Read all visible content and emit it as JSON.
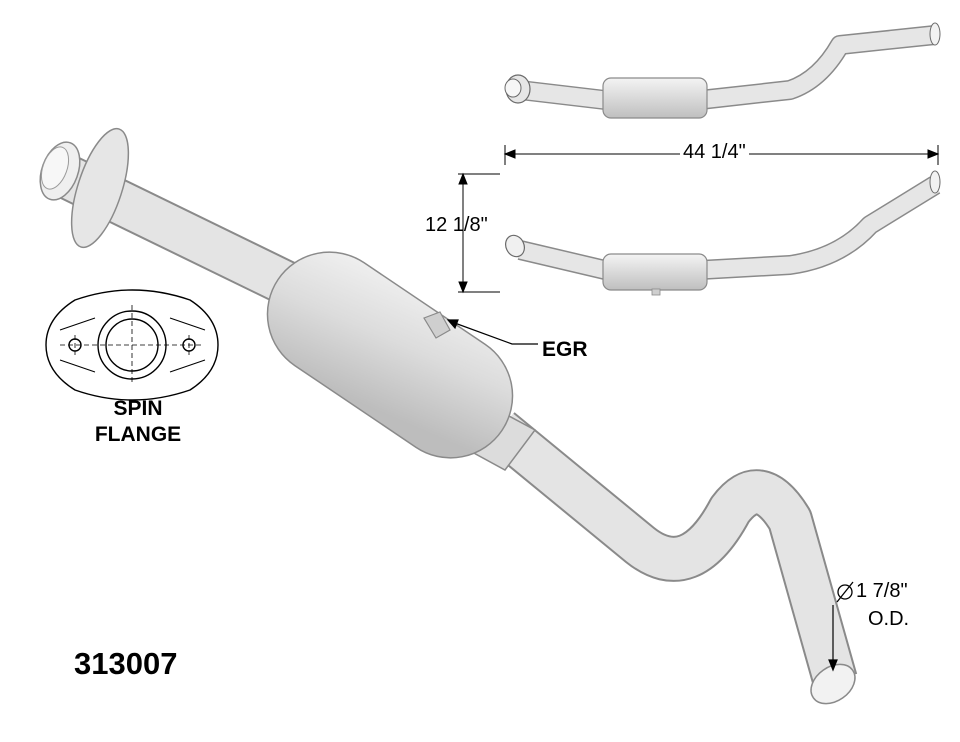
{
  "part_number": "313007",
  "flange": {
    "line1": "SPIN",
    "line2": "FLANGE"
  },
  "egr_label": "EGR",
  "dimensions": {
    "width": "44 1/4\"",
    "height": "12 1/8\"",
    "outlet_diameter": "1 7/8\"",
    "outlet_unit": "O.D."
  },
  "colors": {
    "pipe": "#e2e2e2",
    "pipe_shade": "#c9c9c9",
    "outline": "#7a7a7a",
    "line": "#000000"
  }
}
